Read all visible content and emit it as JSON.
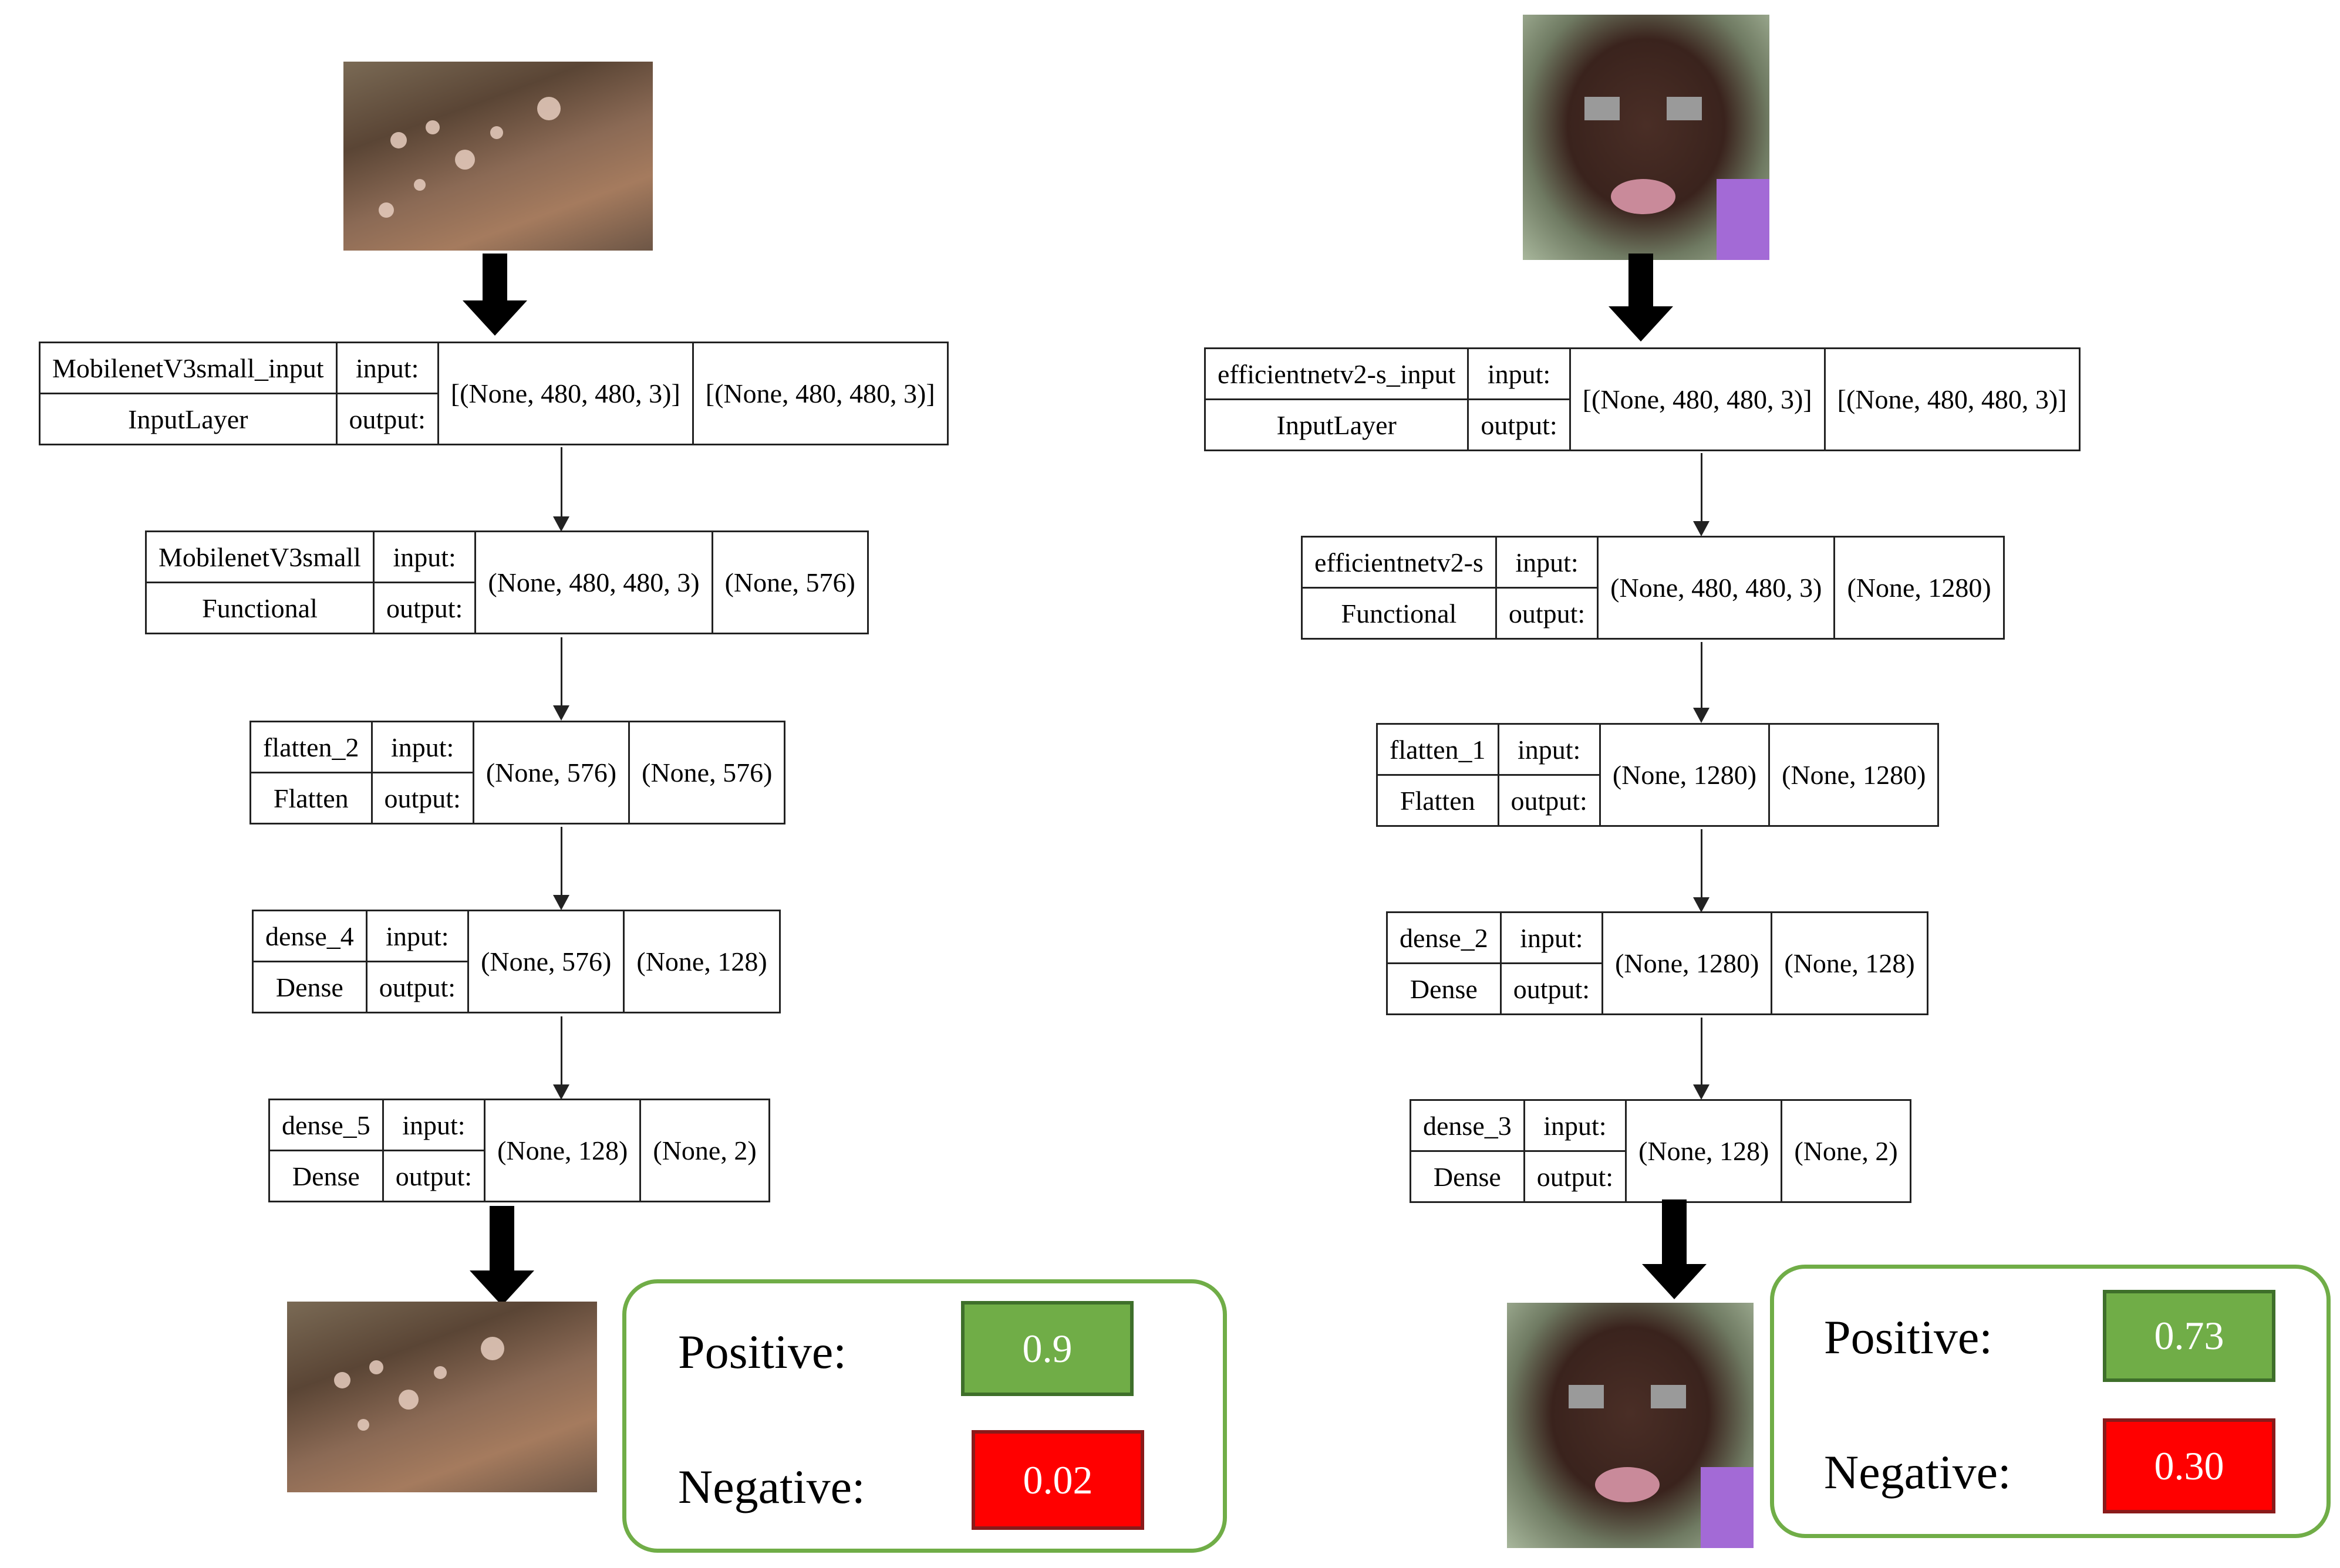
{
  "left_pipeline": {
    "layers": [
      {
        "name": "MobilenetV3small_input",
        "type": "InputLayer",
        "input_label": "input:",
        "output_label": "output:",
        "input_shape": "[(None, 480, 480, 3)]",
        "output_shape": "[(None, 480, 480, 3)]"
      },
      {
        "name": "MobilenetV3small",
        "type": "Functional",
        "input_label": "input:",
        "output_label": "output:",
        "input_shape": "(None, 480, 480, 3)",
        "output_shape": "(None, 576)"
      },
      {
        "name": "flatten_2",
        "type": "Flatten",
        "input_label": "input:",
        "output_label": "output:",
        "input_shape": "(None, 576)",
        "output_shape": "(None, 576)"
      },
      {
        "name": "dense_4",
        "type": "Dense",
        "input_label": "input:",
        "output_label": "output:",
        "input_shape": "(None, 576)",
        "output_shape": "(None, 128)"
      },
      {
        "name": "dense_5",
        "type": "Dense",
        "input_label": "input:",
        "output_label": "output:",
        "input_shape": "(None, 128)",
        "output_shape": "(None, 2)"
      }
    ],
    "result": {
      "positive_label": "Positive:",
      "positive_value": "0.9",
      "negative_label": "Negative:",
      "negative_value": "0.02"
    }
  },
  "right_pipeline": {
    "layers": [
      {
        "name": "efficientnetv2-s_input",
        "type": "InputLayer",
        "input_label": "input:",
        "output_label": "output:",
        "input_shape": "[(None, 480, 480, 3)]",
        "output_shape": "[(None, 480, 480, 3)]"
      },
      {
        "name": "efficientnetv2-s",
        "type": "Functional",
        "input_label": "input:",
        "output_label": "output:",
        "input_shape": "(None, 480, 480, 3)",
        "output_shape": "(None, 1280)"
      },
      {
        "name": "flatten_1",
        "type": "Flatten",
        "input_label": "input:",
        "output_label": "output:",
        "input_shape": "(None, 1280)",
        "output_shape": "(None, 1280)"
      },
      {
        "name": "dense_2",
        "type": "Dense",
        "input_label": "input:",
        "output_label": "output:",
        "input_shape": "(None, 1280)",
        "output_shape": "(None, 128)"
      },
      {
        "name": "dense_3",
        "type": "Dense",
        "input_label": "input:",
        "output_label": "output:",
        "input_shape": "(None, 128)",
        "output_shape": "(None, 2)"
      }
    ],
    "result": {
      "positive_label": "Positive:",
      "positive_value": "0.73",
      "negative_label": "Negative:",
      "negative_value": "0.30"
    }
  },
  "colors": {
    "positive": "#70ad47",
    "negative": "#ff0000",
    "result_border": "#70ad47"
  }
}
